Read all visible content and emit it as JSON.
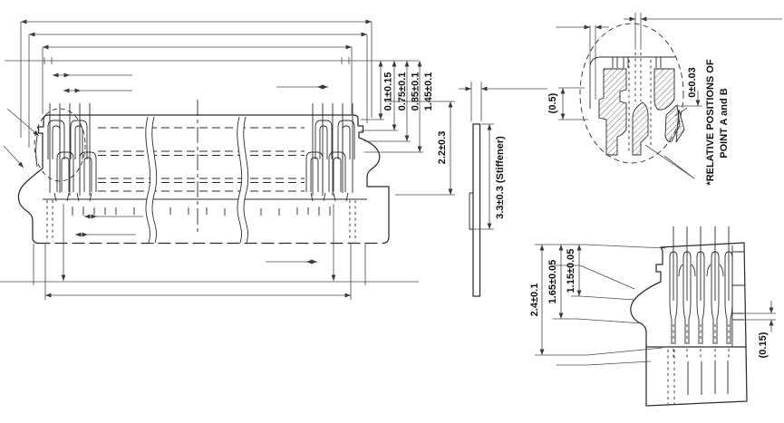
{
  "views": {
    "main_cross_section": {
      "stack_dims": [
        "0.1±0.15",
        "0.75±0.1",
        "0.85±0.1",
        "1.45±0.1"
      ],
      "height_dim": "2.2±0.3"
    },
    "stiffener_side": {
      "length_dim": "3.3±0.3 (Stiffener)"
    },
    "magnified_detail": {
      "offset_dim": "(0.5)",
      "zero_dim": "0±0.03",
      "note_line_1": "*RELATIVE POSITIONS OF",
      "note_line_2": "POINT A and B"
    },
    "end_detail": {
      "overall_dim": "2.4±0.1",
      "mid_dim": "1.65±0.05",
      "inner_dim": "1.15±0.05",
      "gap_dim": "(0.15)"
    }
  },
  "colors": {
    "line": "#2b2b2b",
    "dimension_line": "#4a4a4a",
    "background": "#ffffff"
  }
}
